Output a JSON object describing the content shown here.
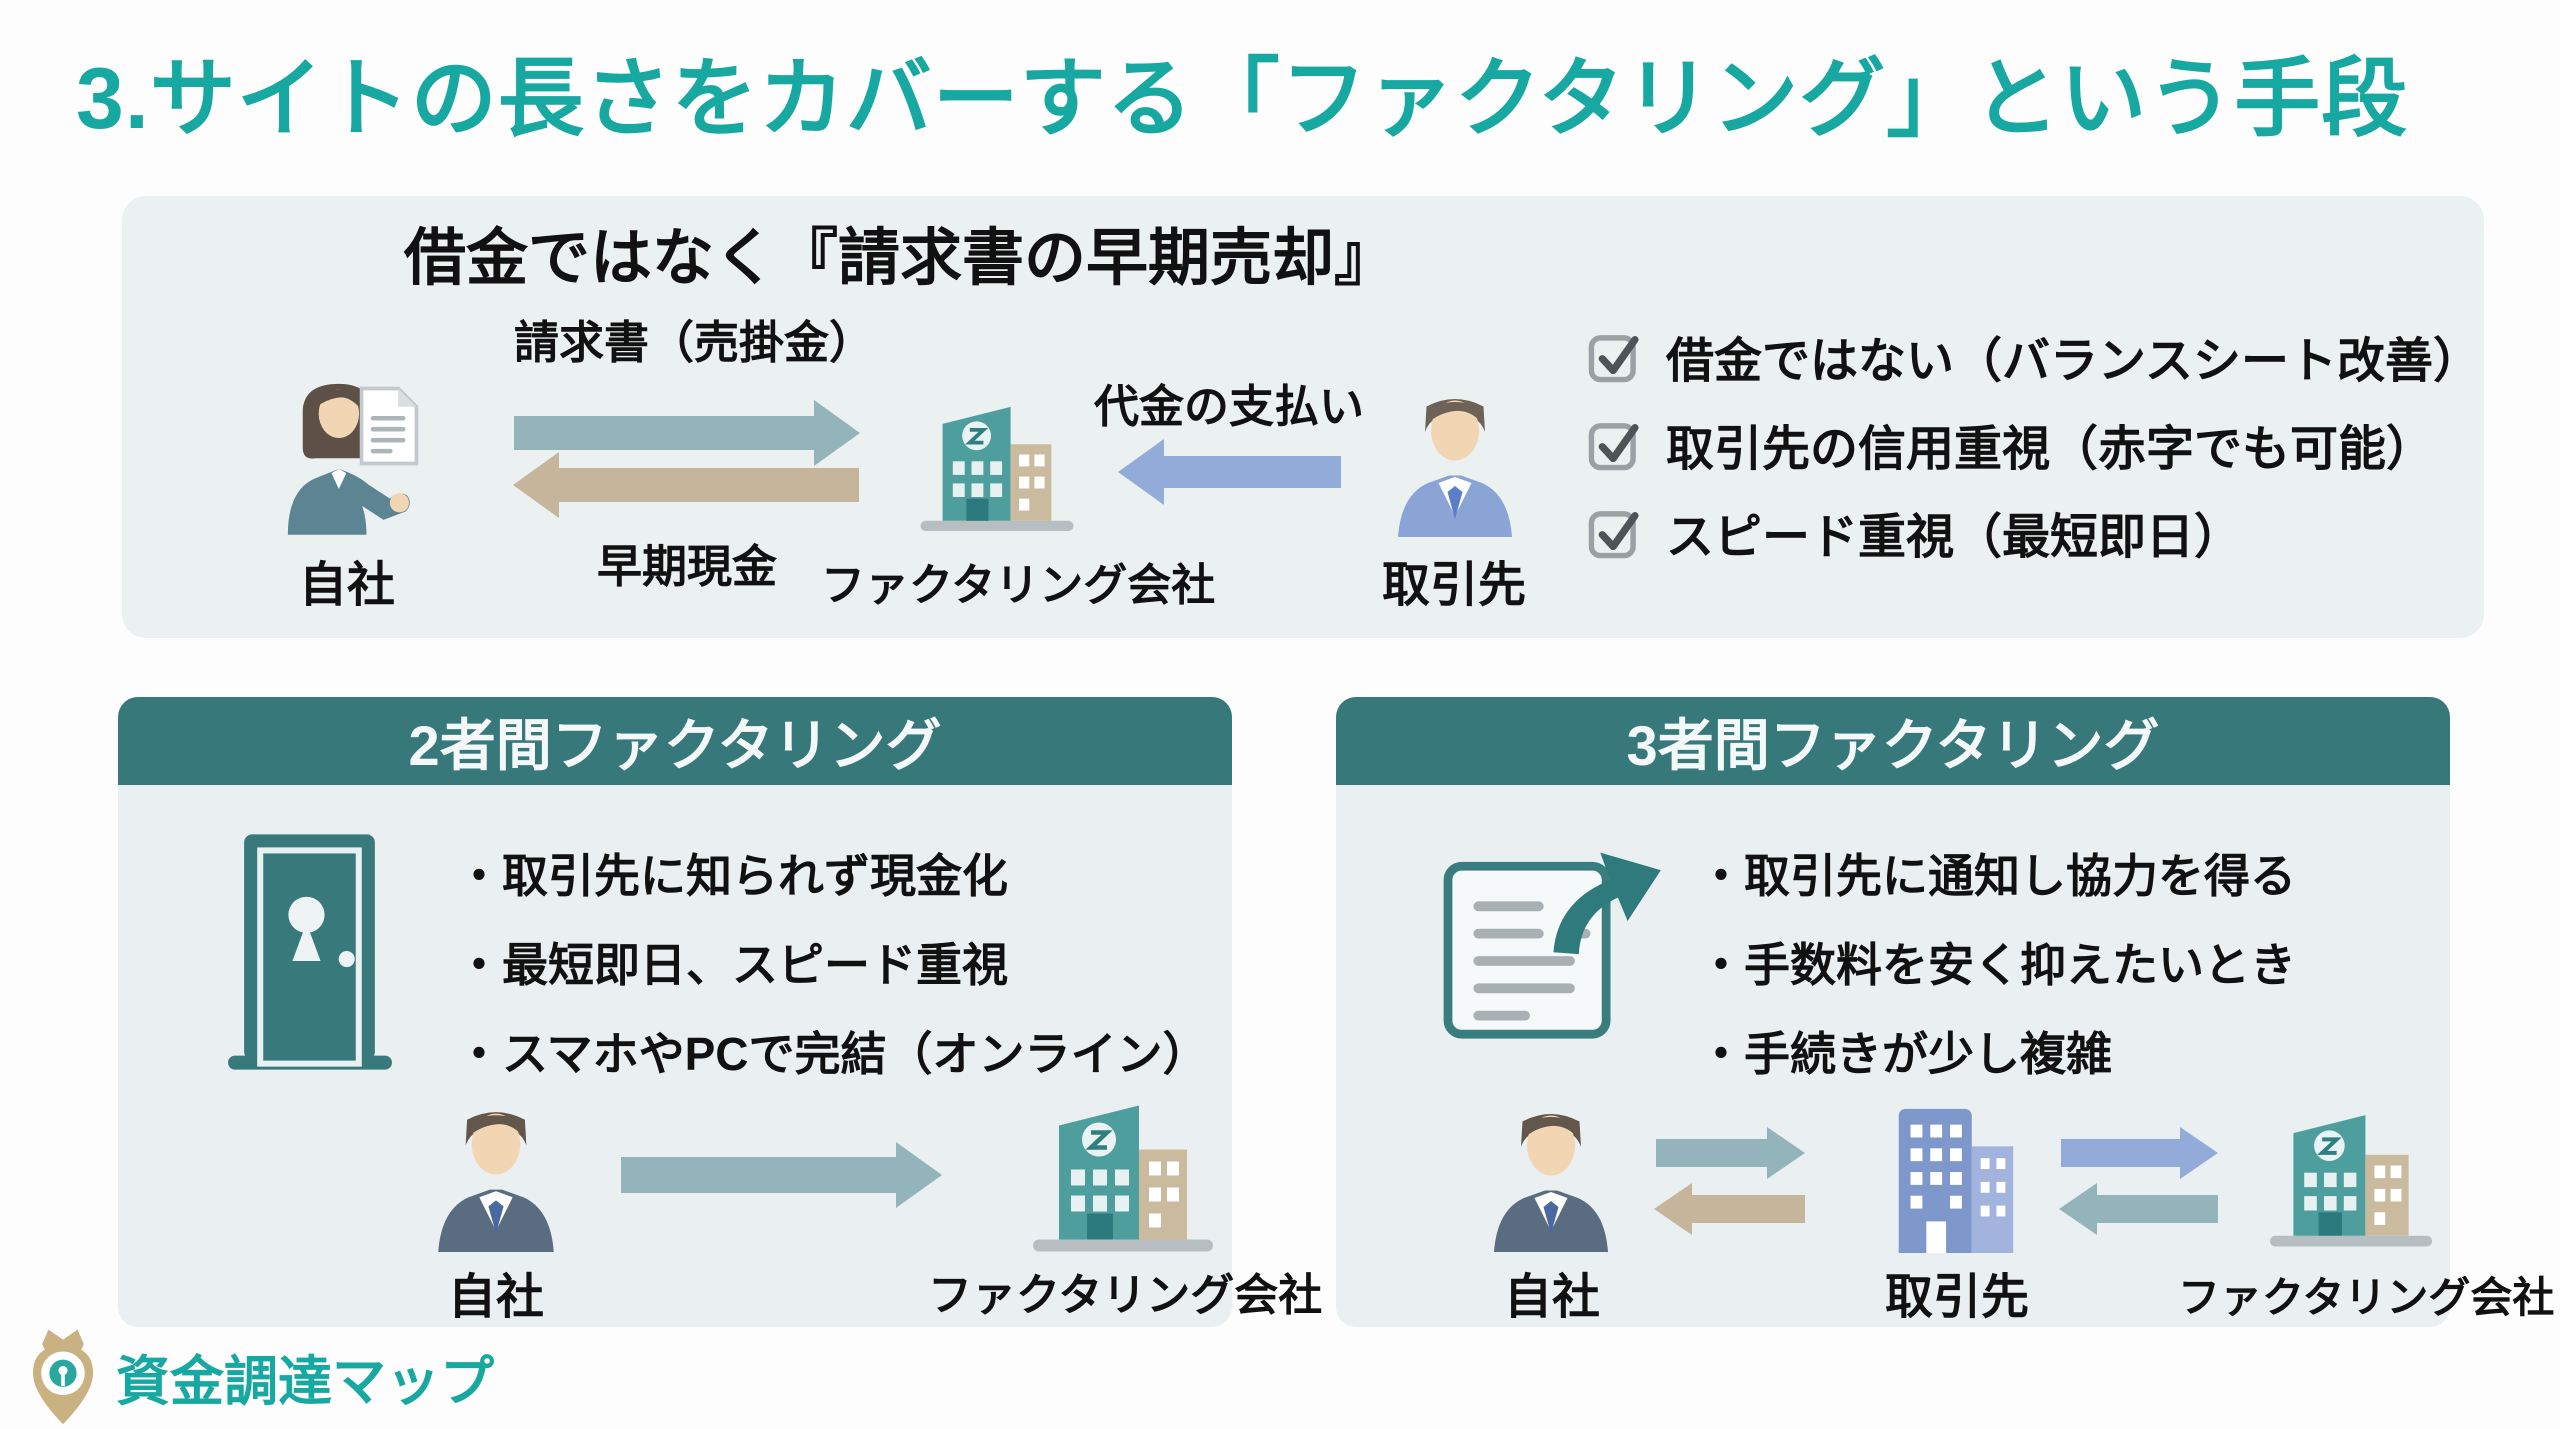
{
  "title": "3.サイトの長さをカバーする「ファクタリング」という手段",
  "brand": {
    "logo_text": "資金調達マップ"
  },
  "colors": {
    "accent_teal": "#17a8a1",
    "header_teal": "#37797b",
    "panel_bg": "#ebf0f1",
    "arrow_teal": "#92b4ba",
    "arrow_tan": "#c4b59b",
    "arrow_blue": "#92abd9",
    "building_teal": "#4d9e9d",
    "building_blue": "#7e98cb"
  },
  "icons": {
    "checkbox": "checkbox-checked-icon",
    "door": "door-keyhole-icon",
    "document_share": "document-share-icon",
    "invoice_document": "invoice-document-icon",
    "brand_mark": "map-pin-crown-icon"
  },
  "overview": {
    "heading": "借金ではなく『請求書の早期売却』",
    "flow": {
      "own_company": "自社",
      "invoice_label": "請求書（売掛金）",
      "early_cash_label": "早期現金",
      "factoring_company": "ファクタリング会社",
      "payment_label": "代金の支払い",
      "client": "取引先"
    },
    "checklist": [
      "借金ではない（バランスシート改善）",
      "取引先の信用重視（赤字でも可能）",
      "スピード重視（最短即日）"
    ]
  },
  "two_party": {
    "header": "2者間ファクタリング",
    "bullets": [
      "・取引先に知られず現金化",
      "・最短即日、スピード重視",
      "・スマホやPCで完結（オンライン）"
    ],
    "flow": {
      "own_company": "自社",
      "factoring_company": "ファクタリング会社"
    }
  },
  "three_party": {
    "header": "3者間ファクタリング",
    "bullets": [
      "・取引先に通知し協力を得る",
      "・手数料を安く抑えたいとき",
      "・手続きが少し複雑"
    ],
    "flow": {
      "own_company": "自社",
      "client": "取引先",
      "factoring_company": "ファクタリング会社"
    }
  }
}
